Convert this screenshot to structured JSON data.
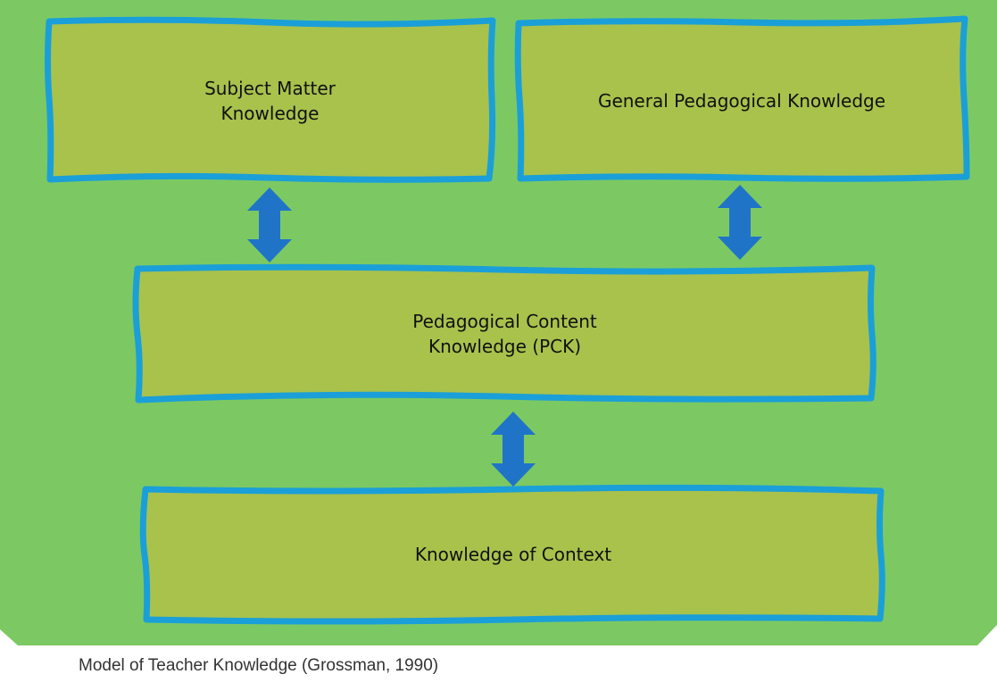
{
  "diagram": {
    "boxes": {
      "subject_matter": {
        "line1": "Subject Matter",
        "line2": "Knowledge"
      },
      "general_pedagogical": {
        "line1": "General Pedagogical Knowledge"
      },
      "pck": {
        "line1": "Pedagogical Content",
        "line2": "Knowledge (PCK)"
      },
      "context": {
        "line1": "Knowledge of Context"
      }
    },
    "connections": [
      {
        "from": "Subject Matter Knowledge",
        "to": "Pedagogical Content Knowledge (PCK)",
        "type": "bidirectional"
      },
      {
        "from": "General Pedagogical Knowledge",
        "to": "Pedagogical Content Knowledge (PCK)",
        "type": "bidirectional"
      },
      {
        "from": "Pedagogical Content Knowledge (PCK)",
        "to": "Knowledge of Context",
        "type": "bidirectional"
      }
    ]
  },
  "caption": "Model of Teacher Knowledge (Grossman, 1990)",
  "colors": {
    "background": "#7cc963",
    "box_fill": "#a8c24c",
    "box_border": "#1b9fd8",
    "arrow": "#1f74c8"
  }
}
